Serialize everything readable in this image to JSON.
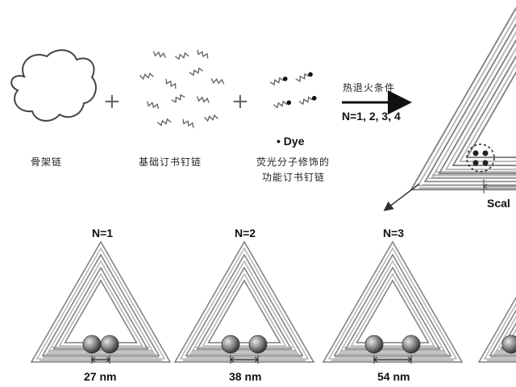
{
  "components": {
    "scaffold_label": "骨架链",
    "basic_staples_label": "基础订书钉链",
    "dye_legend": "• Dye",
    "functional_staples_label_line1": "荧光分子修饰的",
    "functional_staples_label_line2": "功能订书钉链"
  },
  "reaction": {
    "condition": "热退火条件",
    "n_values": "N=1, 2, 3, 4"
  },
  "assembled": {
    "scale_label_partial": "Scal"
  },
  "variants": [
    {
      "label": "N=1",
      "distance": "27 nm"
    },
    {
      "label": "N=2",
      "distance": "38 nm"
    },
    {
      "label": "N=3",
      "distance": "54 nm"
    }
  ],
  "colors": {
    "strand": "#9a9a9a",
    "strand_dark": "#555555",
    "dye": "#222222",
    "particle": "#888888"
  }
}
